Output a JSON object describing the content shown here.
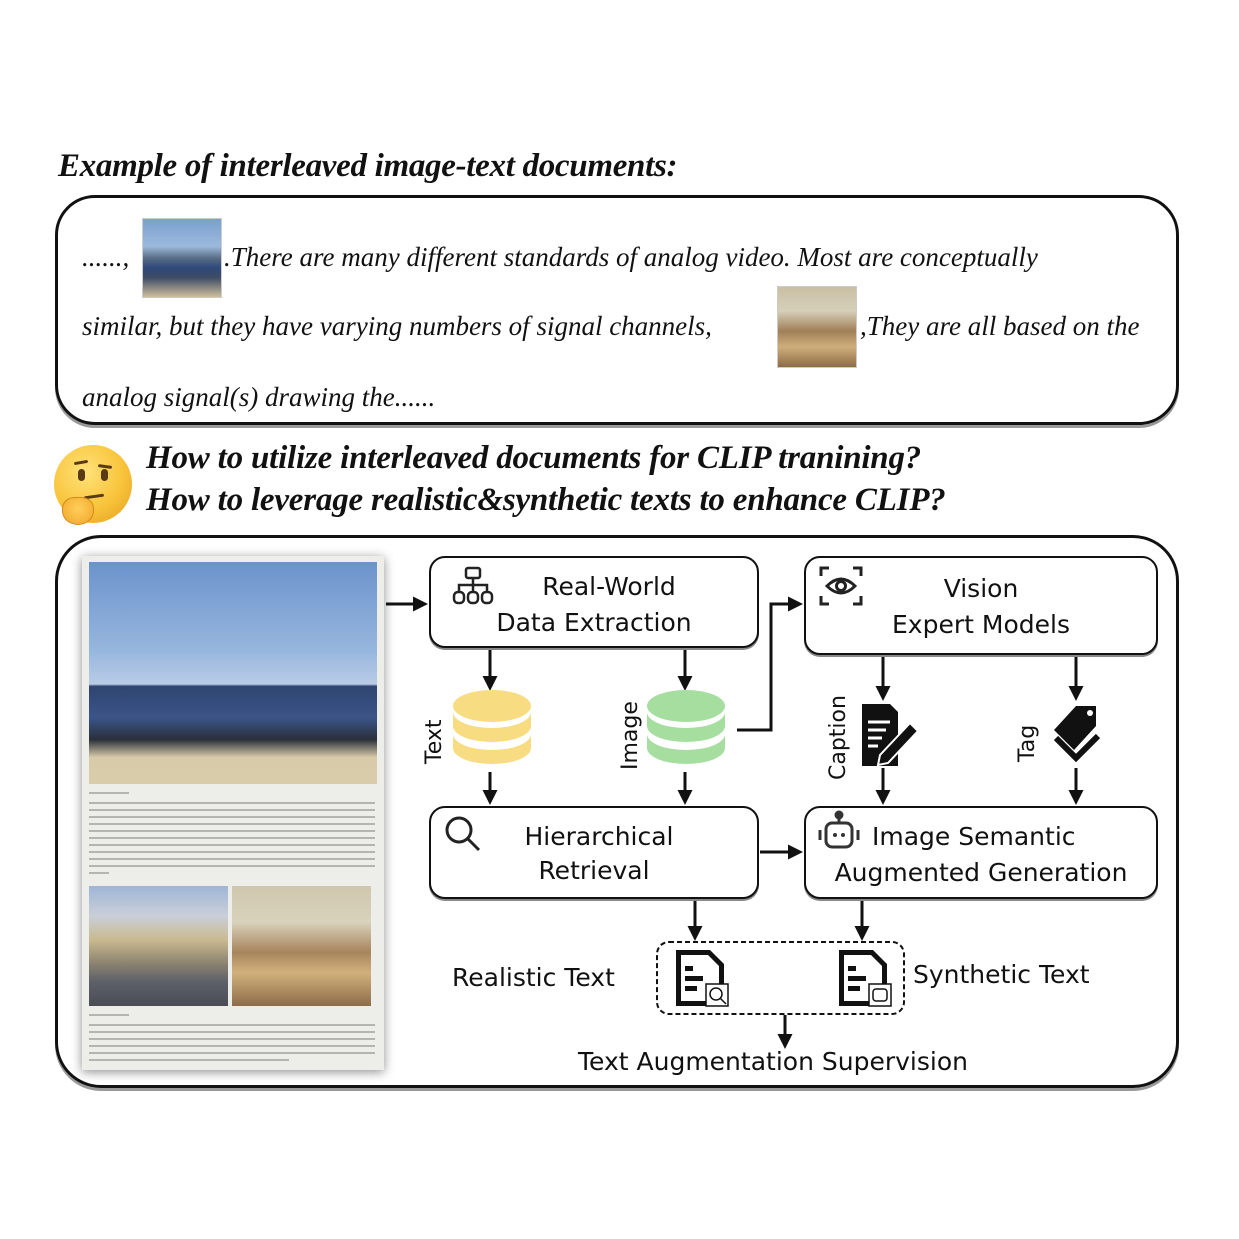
{
  "header": {
    "title": "Example of interleaved image-text documents:"
  },
  "example_document": {
    "line1_prefix": "......,",
    "line1_text": ".There are  many different standards of analog video. Most are conceptually",
    "line2_text": "similar, but they have varying numbers of signal channels,",
    "line2_suffix": ",They are all based on the",
    "line3_text": "analog signal(s) drawing the......",
    "images": [
      "truck-thumbnail",
      "workers-thumbnail"
    ]
  },
  "questions": {
    "emoji": "thinking-face",
    "q1": "How to utilize interleaved documents for CLIP tranining?",
    "q2": "How to leverage realistic&synthetic texts to enhance CLIP?"
  },
  "pipeline": {
    "nodes": {
      "extraction": {
        "line1": "Real-World",
        "line2": "Data Extraction",
        "icon": "hierarchy-icon"
      },
      "vision": {
        "line1": "Vision",
        "line2": "Expert Models",
        "icon": "eye-scan-icon"
      },
      "retrieval": {
        "line1": "Hierarchical",
        "line2": "Retrieval",
        "icon": "search-icon"
      },
      "generation": {
        "line1": "Image Semantic",
        "line2": "Augmented Generation",
        "icon": "robot-icon"
      }
    },
    "stores": {
      "text": {
        "label": "Text",
        "color": "#f7dc82"
      },
      "image": {
        "label": "Image",
        "color": "#a6dea0"
      }
    },
    "vision_outputs": {
      "caption": {
        "label": "Caption",
        "icon": "document-edit-icon"
      },
      "tag": {
        "label": "Tag",
        "icon": "tag-icon"
      }
    },
    "outputs": {
      "realistic": "Realistic Text",
      "synthetic": "Synthetic Text",
      "supervision": "Text Augmentation Supervision"
    }
  }
}
